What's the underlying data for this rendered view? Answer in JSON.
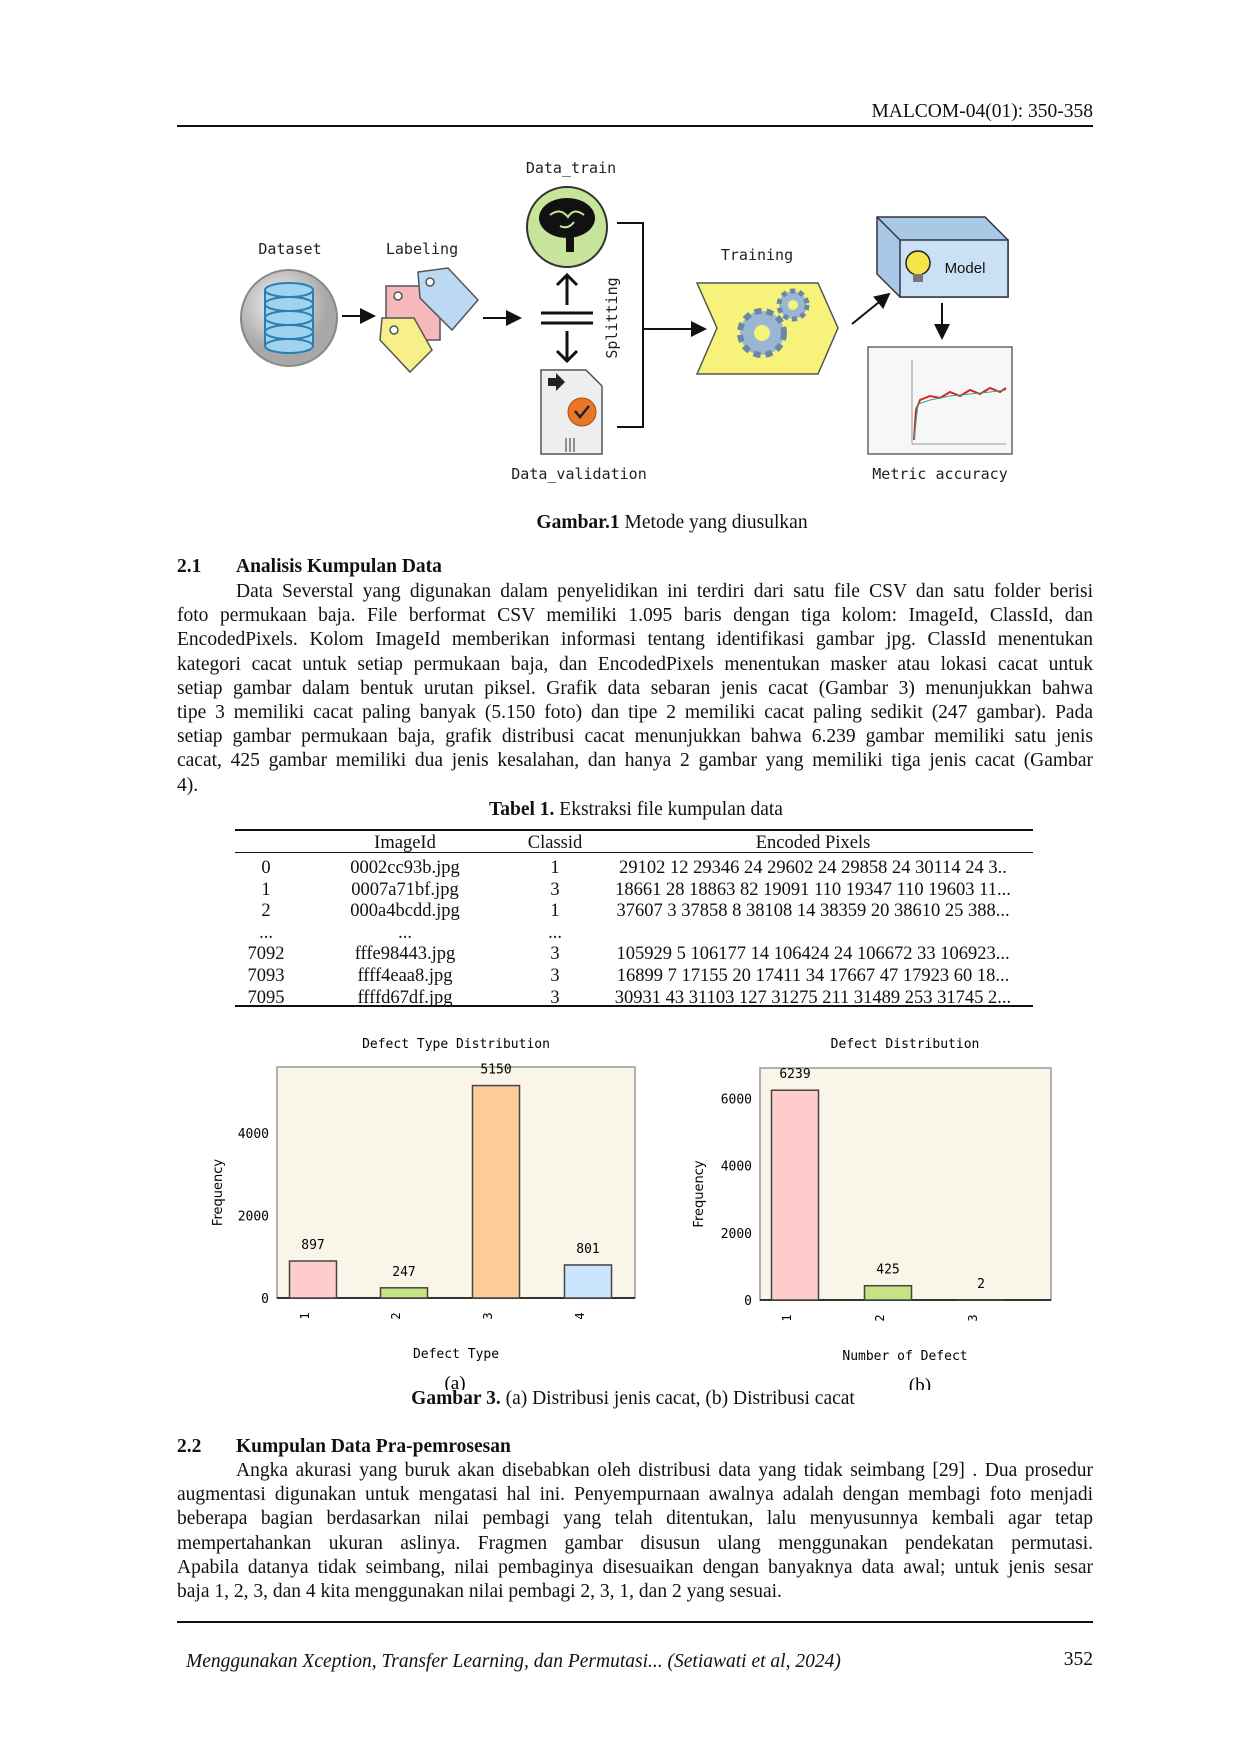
{
  "header": {
    "journal_ref": "MALCOM-04(01): 350-358"
  },
  "figure1": {
    "labels": {
      "dataset": "Dataset",
      "labeling": "Labeling",
      "data_train": "Data_train",
      "splitting": "Splitting",
      "data_validation": "Data_validation",
      "training": "Training",
      "model": "Model",
      "metric_accuracy": "Metric accuracy"
    },
    "caption_bold": "Gambar.1",
    "caption_text": " Metode yang diusulkan"
  },
  "section21": {
    "number": "2.1",
    "title": "Analisis Kumpulan Data",
    "lines": [
      "Data Severstal yang digunakan dalam penyelidikan ini terdiri dari satu file CSV dan satu folder berisi",
      "foto permukaan baja. File berformat CSV memiliki 1.095 baris dengan tiga kolom: ImageId, ClassId, dan",
      "EncodedPixels. Kolom ImageId memberikan informasi tentang identifikasi gambar jpg. ClassId menentukan",
      "kategori cacat untuk setiap permukaan baja, dan EncodedPixels menentukan masker atau lokasi cacat untuk",
      "setiap gambar dalam bentuk urutan piksel. Grafik data sebaran jenis cacat (Gambar 3) menunjukkan bahwa",
      "tipe 3 memiliki cacat paling banyak (5.150 foto) dan tipe 2 memiliki cacat paling sedikit (247 gambar). Pada",
      "setiap gambar permukaan baja, grafik distribusi cacat menunjukkan bahwa 6.239 gambar memiliki satu jenis",
      "cacat, 425 gambar memiliki dua jenis kesalahan, dan hanya 2 gambar yang memiliki tiga jenis cacat (Gambar",
      "4)."
    ]
  },
  "table1": {
    "caption_bold": "Tabel 1.",
    "caption_text": " Ekstraksi file kumpulan data",
    "headers": [
      "",
      "ImageId",
      "Classid",
      "Encoded Pixels"
    ],
    "rows": [
      [
        "0",
        "0002cc93b.jpg",
        "1",
        "29102 12 29346 24 29602 24 29858 24 30114 24 3.."
      ],
      [
        "1",
        "0007a71bf.jpg",
        "3",
        "18661 28 18863 82 19091 110 19347 110 19603 11..."
      ],
      [
        "2",
        "000a4bcdd.jpg",
        "1",
        "37607 3 37858 8 38108 14 38359 20 38610 25 388..."
      ],
      [
        "...",
        "...",
        "...",
        ""
      ],
      [
        "7092",
        "fffe98443.jpg",
        "3",
        "105929 5 106177 14 106424 24 106672 33 106923..."
      ],
      [
        "7093",
        "ffff4eaa8.jpg",
        "3",
        "16899 7 17155 20 17411 34 17667 47 17923 60 18..."
      ],
      [
        "7095",
        "ffffd67df.jpg",
        "3",
        "30931 43 31103 127 31275 211 31489 253 31745 2..."
      ]
    ]
  },
  "chart_data": [
    {
      "type": "bar",
      "title": "Defect Type Distribution",
      "xlabel": "Defect Type",
      "ylabel": "Frequency",
      "categories": [
        "1",
        "2",
        "3",
        "4"
      ],
      "values": [
        897,
        247,
        5150,
        801
      ],
      "value_labels": [
        "897",
        "247",
        "5150",
        "801"
      ],
      "colors": [
        "#ffcccc",
        "#c5e384",
        "#ffcc99",
        "#cce5ff"
      ],
      "yticks": [
        0,
        2000,
        4000
      ],
      "ytick_labels": [
        "0",
        "2000",
        "4000"
      ],
      "ylim": [
        0,
        5600
      ],
      "grid": false,
      "background": "#faf5e9",
      "sublabel": "(a)"
    },
    {
      "type": "bar",
      "title": "Defect Distribution",
      "xlabel": "Number of Defect",
      "ylabel": "Frequency",
      "categories": [
        "1",
        "2",
        "3"
      ],
      "values": [
        6239,
        425,
        2
      ],
      "value_labels": [
        "6239",
        "425",
        "2"
      ],
      "colors": [
        "#ffcccc",
        "#c5e384",
        "#ffcc99"
      ],
      "yticks": [
        0,
        2000,
        4000,
        6000
      ],
      "ytick_labels": [
        "0",
        "2000",
        "4000",
        "6000"
      ],
      "ylim": [
        0,
        6900
      ],
      "grid": false,
      "background": "#faf5e9",
      "sublabel": "(b)"
    }
  ],
  "figure3": {
    "caption_bold": "Gambar 3.",
    "caption_text": " (a) Distribusi jenis cacat, (b) Distribusi cacat"
  },
  "section22": {
    "number": "2.2",
    "title": "Kumpulan Data Pra-pemrosesan",
    "lines": [
      "Angka akurasi yang buruk akan disebabkan oleh distribusi data yang tidak seimbang [29] . Dua prosedur",
      "augmentasi digunakan untuk mengatasi hal ini. Penyempurnaan awalnya adalah dengan membagi foto menjadi",
      "beberapa bagian berdasarkan nilai pembagi yang telah ditentukan, lalu menyusunnya kembali agar tetap",
      "mempertahankan ukuran aslinya. Fragmen gambar disusun ulang menggunakan pendekatan permutasi.",
      "Apabila datanya tidak seimbang, nilai pembaginya disesuaikan dengan banyaknya data awal; untuk jenis sesar",
      "baja 1, 2, 3, dan 4 kita menggunakan nilai pembagi 2, 3, 1, dan 2 yang sesuai."
    ]
  },
  "footer": {
    "running_title": "Menggunakan Xception, Transfer Learning, dan Permutasi... (Setiawati  et al, 2024)",
    "page_number": "352"
  }
}
